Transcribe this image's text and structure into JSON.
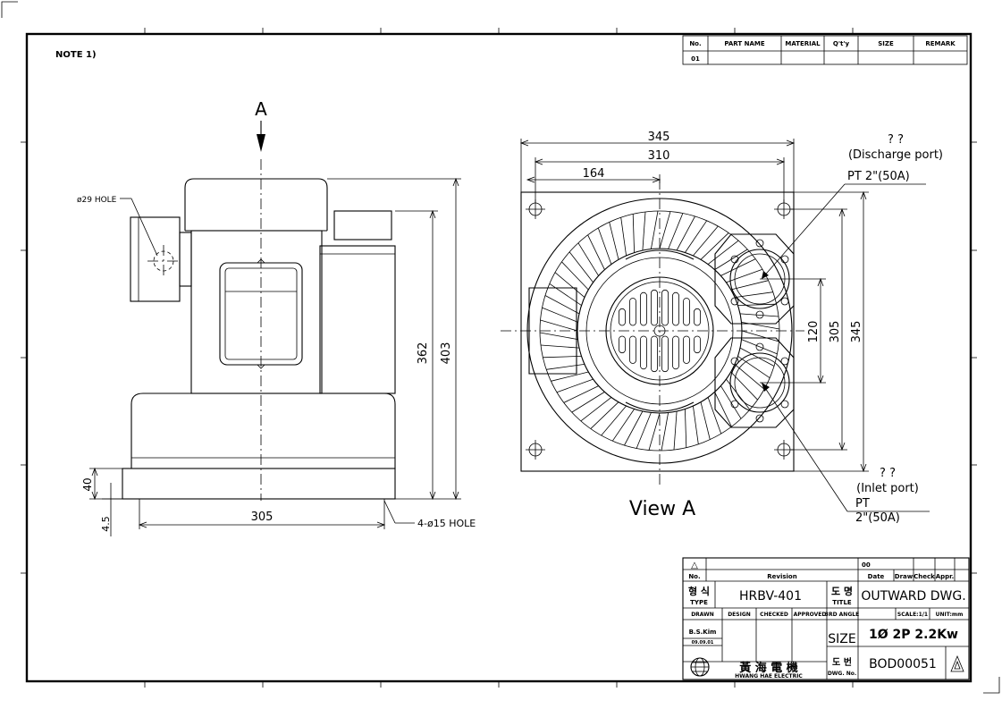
{
  "note": "NOTE 1)",
  "view_marker": "A",
  "view_caption": "View A",
  "side_view": {
    "hole_label": "ø29 HOLE",
    "mount_hole_label": "4-ø15 HOLE",
    "dims": {
      "overall_height": "403",
      "body_height": "362",
      "base_width": "305",
      "base_height": "40",
      "offset": "4.5"
    }
  },
  "front_view": {
    "dims": {
      "outer_width": "345",
      "hole_pitch": "310",
      "center_offset": "164",
      "outer_height": "345",
      "hole_pitch_v": "305",
      "port_spacing": "120"
    },
    "discharge": {
      "qmarks": "? ?",
      "title": "(Discharge port)",
      "thread": "PT 2\"(50A)"
    },
    "inlet": {
      "qmarks": "? ?",
      "title": "(Inlet port)",
      "thread_a": "PT",
      "thread_b": "2\"(50A)"
    }
  },
  "parts_table": {
    "headers": [
      "No.",
      "PART NAME",
      "MATERIAL",
      "Q't'y",
      "SIZE",
      "REMARK"
    ],
    "rows": [
      [
        "01",
        "",
        "",
        "",
        "",
        ""
      ]
    ]
  },
  "title_block": {
    "rev_symbol": "△",
    "rev_no_label": "No.",
    "revision_label": "Revision",
    "rev_code": "00",
    "date_label": "Date",
    "draw_label": "Draw",
    "check_label": "Check",
    "appr_label": "Appr.",
    "type_kr": "형 식",
    "type_en": "TYPE",
    "type_value": "HRBV-401",
    "title_kr": "도 명",
    "title_en": "TITLE",
    "title_value": "OUTWARD DWG.",
    "drawn_label": "DRAWN",
    "design_label": "DESIGN",
    "checked_label": "CHECKED",
    "approved_label": "APPROVED",
    "angle_label": "3RD ANGLE",
    "scale_label": "SCALE:1/1",
    "unit_label": "UNIT:mm",
    "drawer_name": "B.S.Kim",
    "drawer_date": "09.09.01",
    "size_label": "SIZE",
    "size_value": "1Ø 2P 2.2Kw",
    "company_cn": "黃 海 電 機",
    "company_en": "HWANG HAE ELECTRIC",
    "dwg_kr": "도 번",
    "dwg_en": "DWG. No.",
    "dwg_value": "BOD00051"
  }
}
